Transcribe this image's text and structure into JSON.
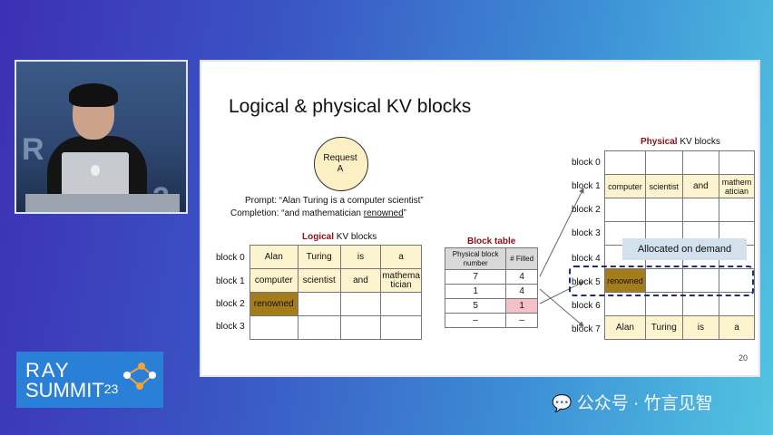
{
  "slide": {
    "title": "Logical & physical KV blocks",
    "page_number": "20",
    "request": {
      "line1": "Request",
      "line2": "A"
    },
    "prompt_line": "Prompt: “Alan Turing is a computer scientist”",
    "completion_prefix": "Completion: “and mathematician ",
    "completion_word": "renowned",
    "completion_suffix": "”",
    "logical": {
      "title_word": "Logical",
      "title_rest": " KV blocks",
      "row_labels": [
        "block 0",
        "block 1",
        "block 2",
        "block 3"
      ],
      "rows": [
        [
          "Alan",
          "Turing",
          "is",
          "a"
        ],
        [
          "computer",
          "scientist",
          "and",
          "mathema tician"
        ],
        [
          "renowned",
          "",
          "",
          ""
        ],
        [
          "",
          "",
          "",
          ""
        ]
      ]
    },
    "block_table": {
      "title": "Block table",
      "headers": [
        "Physical block number",
        "# Filled"
      ],
      "rows": [
        [
          "7",
          "4"
        ],
        [
          "1",
          "4"
        ],
        [
          "5",
          "1"
        ],
        [
          "–",
          "–"
        ]
      ]
    },
    "physical": {
      "title_word": "Physical",
      "title_rest": " KV blocks",
      "row_labels": [
        "block 0",
        "block 1",
        "block 2",
        "block 3",
        "block 4",
        "block 5",
        "block 6",
        "block 7"
      ],
      "rows": [
        [
          "",
          "",
          "",
          ""
        ],
        [
          "computer",
          "scientist",
          "and",
          "mathem atician"
        ],
        [
          "",
          "",
          "",
          ""
        ],
        [
          "",
          "",
          "",
          ""
        ],
        [
          "",
          "",
          "",
          ""
        ],
        [
          "renowned",
          "",
          "",
          ""
        ],
        [
          "",
          "",
          "",
          ""
        ],
        [
          "Alan",
          "Turing",
          "is",
          "a"
        ]
      ],
      "callout": "Allocated on demand"
    }
  },
  "logo": {
    "line1": "RAY",
    "line2": "SUMMIT",
    "year": "23"
  },
  "watermark": "公众号 · 竹言见智",
  "colors": {
    "accent_red": "#8b0f1a",
    "cell_yellow": "#fcf3cf",
    "cell_brown": "#a57c1b",
    "cell_pink": "#f4c2c6"
  }
}
